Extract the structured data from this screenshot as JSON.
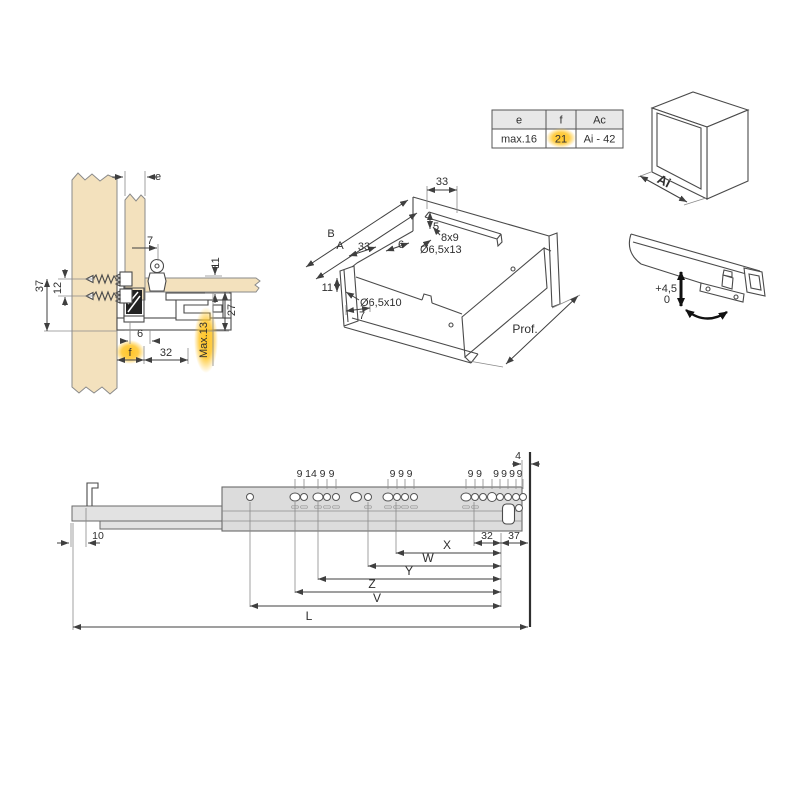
{
  "colors": {
    "background": "#ffffff",
    "wood": "#f3e1bd",
    "rail_gray": "#dcdcdc",
    "line": "#4a4a4a",
    "highlight_yellow": "#ffc527"
  },
  "cross_section": {
    "labels": {
      "e": "e",
      "seven": "7",
      "eleven": "11",
      "twelve": "12",
      "thirty_seven": "37",
      "twenty_seven": "27",
      "six": "6",
      "f": "f",
      "thirty_two": "32",
      "max_13": "Max.13"
    }
  },
  "drawer_3d": {
    "labels": {
      "top_33": "33",
      "five": "5",
      "groove": "8x9",
      "back_hole": "Ø6,5x13",
      "b": "B",
      "a": "A",
      "side_33": "33",
      "six": "6",
      "eleven": "11",
      "front_hole": "Ø6,5x10",
      "seven": "7",
      "depth": "Prof."
    }
  },
  "spec_table": {
    "headers": [
      "e",
      "f",
      "Ac"
    ],
    "values": [
      "max.16",
      "21",
      "Ai - 42"
    ]
  },
  "cabinet_cube": {
    "width_label": "Ai"
  },
  "height_adjustment": {
    "upper": "+4,5",
    "lower": "0"
  },
  "rail_view": {
    "labels": {
      "four": "4",
      "ten": "10",
      "thirty_two": "32",
      "thirty_seven": "37",
      "x": "X",
      "w": "W",
      "y": "Y",
      "z": "Z",
      "v": "V",
      "l": "L"
    },
    "hole_spacing_groups": [
      [
        "9",
        "14",
        "9",
        "9"
      ],
      [
        "9",
        "9",
        "9"
      ],
      [
        "9",
        "9"
      ],
      [
        "9",
        "9",
        "9",
        "9"
      ]
    ]
  }
}
